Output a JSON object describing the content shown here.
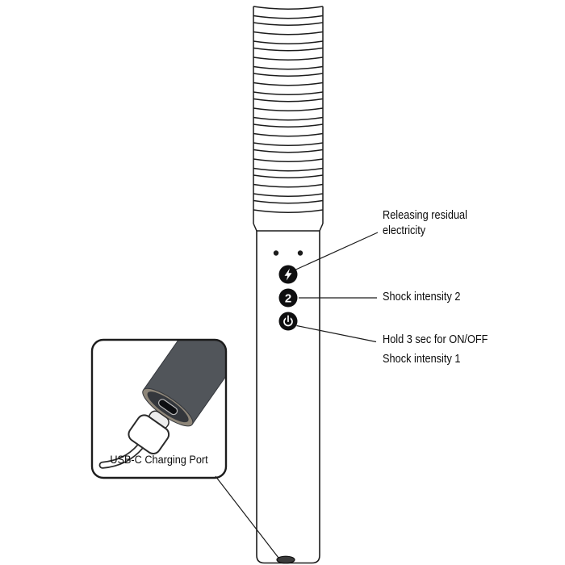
{
  "colors": {
    "ink": "#1c1c1c",
    "btn": "#0f0f10",
    "icon": "#ffffff",
    "cylinder": "#51555a",
    "cylinder-edge": "#34373c",
    "ring": "#8e8679",
    "face": "#34373c",
    "slot": "#0d0e11",
    "slot-edge": "#b9b9b9",
    "oval": "#3b3b3b"
  },
  "device": {
    "intensity_button_label": "2",
    "icons": {
      "bolt_button": "lightning-icon",
      "power_button": "power-icon"
    }
  },
  "callouts": {
    "residual": {
      "line1": "Releasing residual",
      "line2": "electricity"
    },
    "intensity2": {
      "label": "Shock intensity 2"
    },
    "power": {
      "line1": "Hold 3 sec for ON/OFF",
      "line2": "Shock intensity 1"
    }
  },
  "inset": {
    "label": "USB-C Charging Port"
  }
}
